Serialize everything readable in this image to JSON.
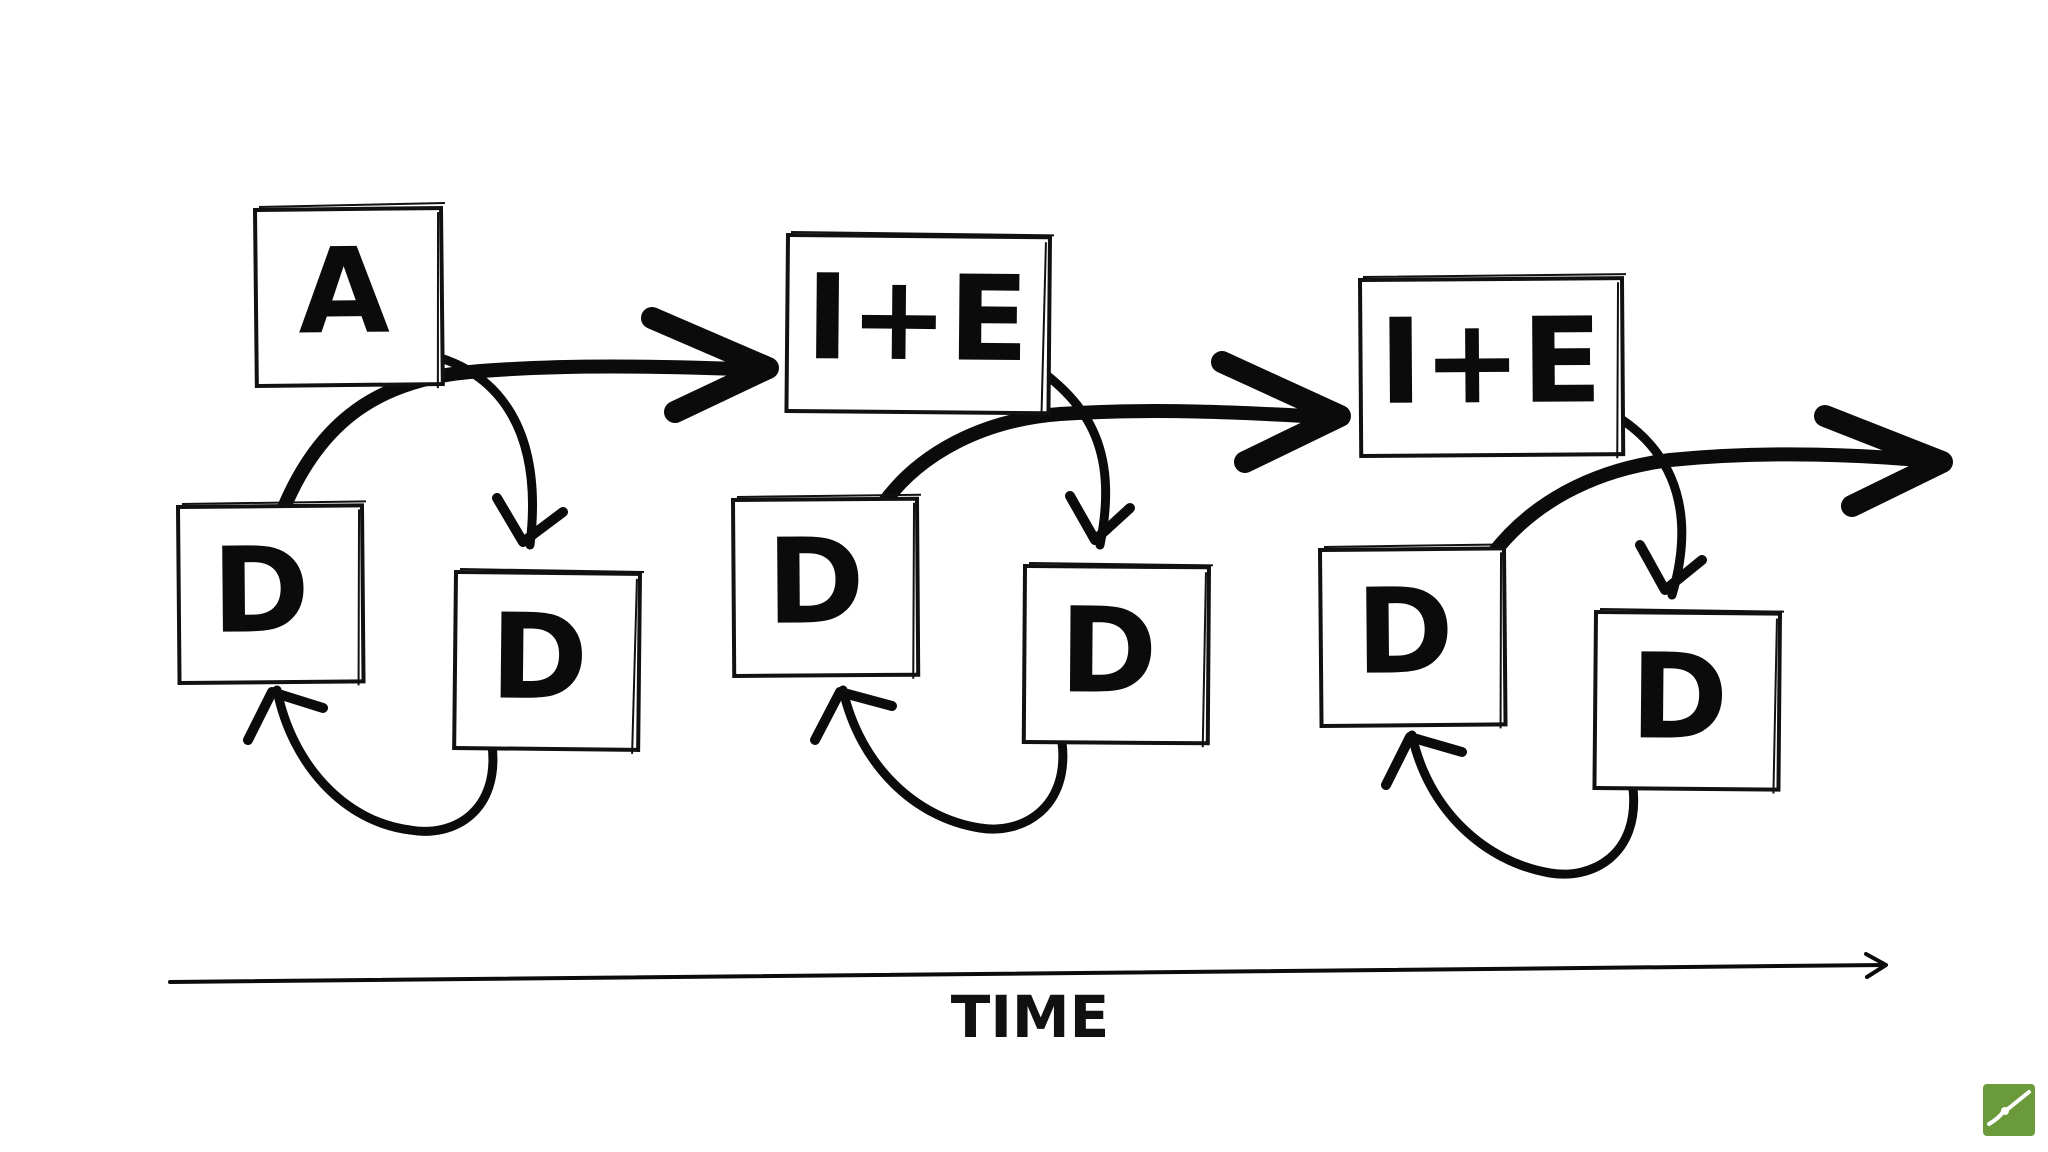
{
  "boxes": [
    {
      "id": "a",
      "label": "A"
    },
    {
      "id": "ie1",
      "label": "I+E"
    },
    {
      "id": "ie2",
      "label": "I+E"
    },
    {
      "id": "d1",
      "label": "D"
    },
    {
      "id": "d2",
      "label": "D"
    },
    {
      "id": "d3",
      "label": "D"
    },
    {
      "id": "d4",
      "label": "D"
    },
    {
      "id": "d5",
      "label": "D"
    },
    {
      "id": "d6",
      "label": "D"
    }
  ],
  "time_axis": {
    "label": "TIME"
  },
  "logo": {
    "icon": "trend-line-icon",
    "color": "#6a9a3a"
  }
}
